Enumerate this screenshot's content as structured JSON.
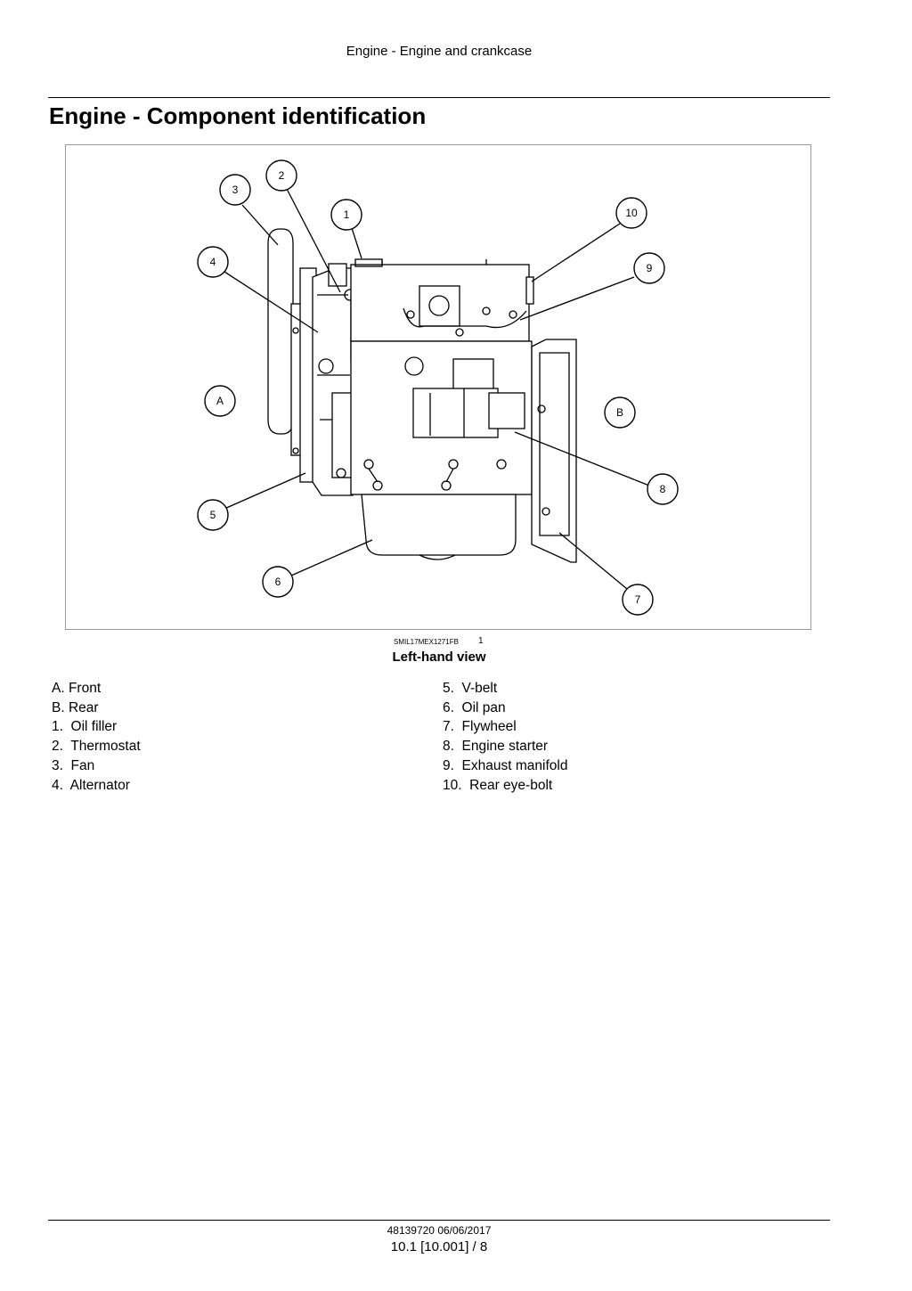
{
  "header": {
    "running_title": "Engine - Engine and crankcase"
  },
  "page_title": "Engine - Component identification",
  "figure": {
    "reference_code": "SMIL17MEX1271FB",
    "number": "1",
    "caption": "Left-hand view",
    "callouts": {
      "c1": "1",
      "c2": "2",
      "c3": "3",
      "c4": "4",
      "c5": "5",
      "c6": "6",
      "c7": "7",
      "c8": "8",
      "c9": "9",
      "c10": "10",
      "cA": "A",
      "cB": "B"
    }
  },
  "legend": {
    "left": [
      "A. Front",
      "B. Rear",
      "1.  Oil filler",
      "2.  Thermostat",
      "3.  Fan",
      "4.  Alternator"
    ],
    "right": [
      "5.  V-belt",
      "6.  Oil pan",
      "7.  Flywheel",
      "8.  Engine starter",
      "9.  Exhaust manifold",
      "10.  Rear eye-bolt"
    ]
  },
  "footer": {
    "doc_id": "48139720 06/06/2017",
    "page_number": "10.1 [10.001] / 8"
  }
}
